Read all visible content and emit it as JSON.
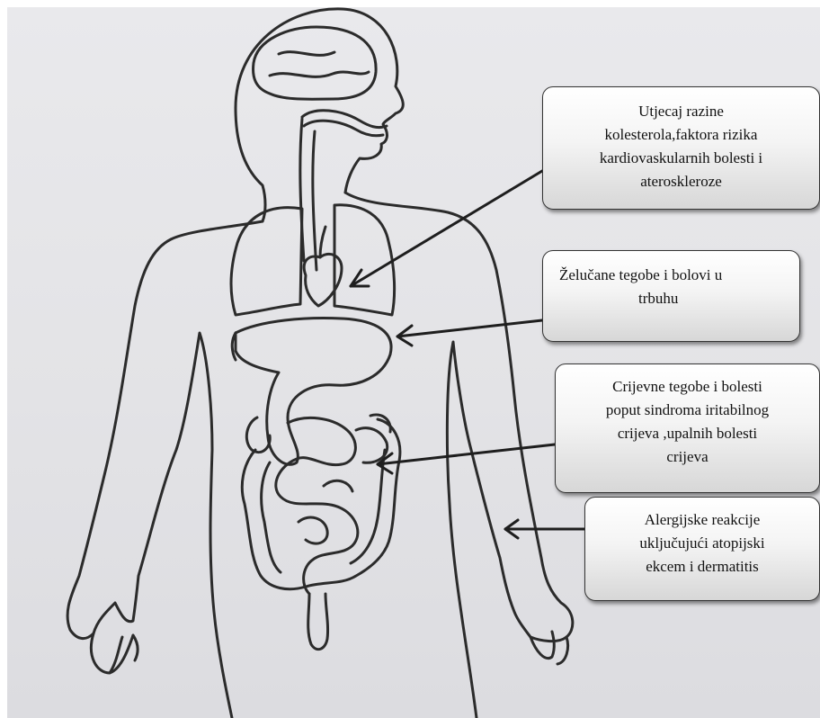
{
  "diagram": {
    "callouts": [
      {
        "id": "cholesterol",
        "lines": [
          "Utjecaj razine",
          "kolesterola,faktora rizika",
          "kardiovaskularnih bolesti i",
          "ateroskleroze"
        ]
      },
      {
        "id": "stomach",
        "lines": [
          "Želučane tegobe i bolovi u",
          "trbuhu"
        ]
      },
      {
        "id": "intestine",
        "lines": [
          "Crijevne tegobe i bolesti",
          "poput sindroma iritabilnog",
          "crijeva ,upalnih bolesti",
          "crijeva"
        ]
      },
      {
        "id": "allergy",
        "lines": [
          "Alergijske  reakcije",
          "uključujući atopijski",
          "ekcem  i dermatitis"
        ]
      }
    ],
    "colors": {
      "line_art": "#2b2b2b",
      "callout_border": "#333333",
      "paper": "#e6e6e9"
    }
  }
}
